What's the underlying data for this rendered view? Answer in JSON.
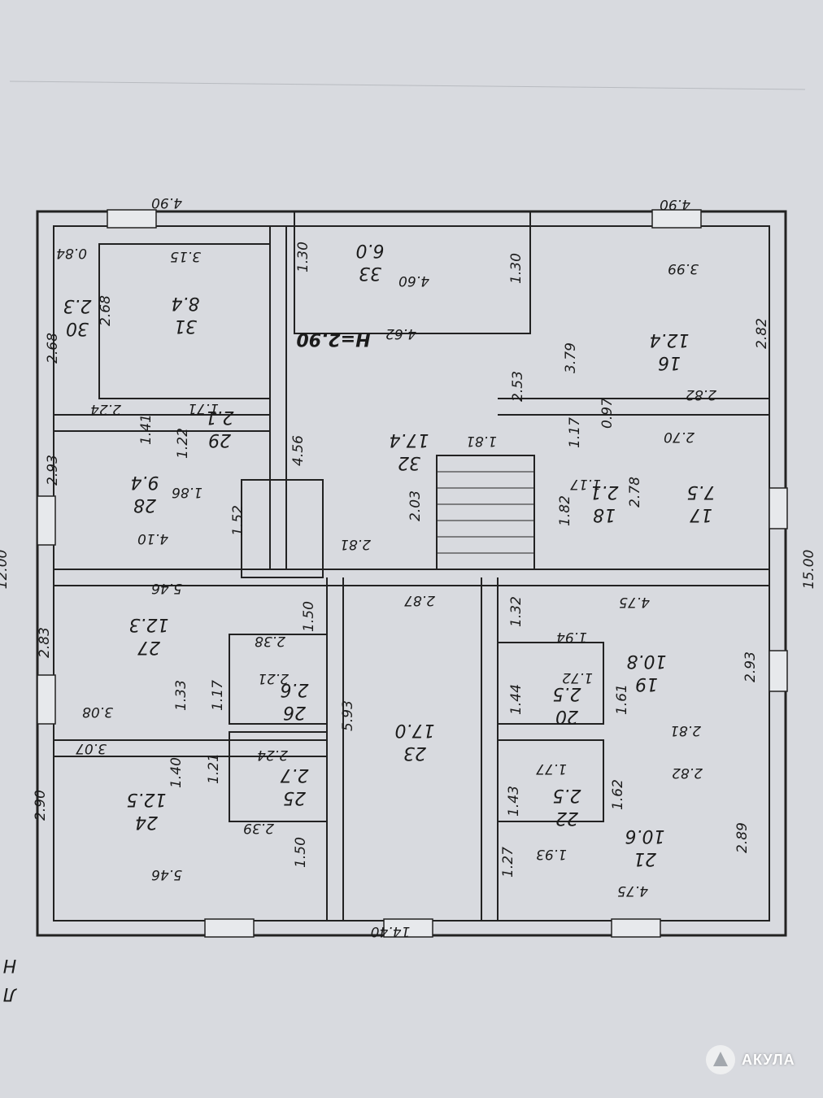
{
  "plan": {
    "ceiling_height": "H=2.90",
    "overall": {
      "top_left": "4.90",
      "top_right": "4.90",
      "bottom": "14.40",
      "right_edge": "15.00",
      "left_edge": "12.00"
    },
    "rooms": [
      {
        "id": "r33",
        "number": "33",
        "area": "6.0"
      },
      {
        "id": "r31",
        "number": "31",
        "area": "8.4"
      },
      {
        "id": "r30",
        "number": "30",
        "area": "2.3"
      },
      {
        "id": "r32",
        "number": "32",
        "area": "17.4"
      },
      {
        "id": "r16",
        "number": "16",
        "area": "12.4"
      },
      {
        "id": "r29",
        "number": "29",
        "area": "2.1"
      },
      {
        "id": "r28",
        "number": "28",
        "area": "9.4"
      },
      {
        "id": "r18",
        "number": "18",
        "area": "2.1"
      },
      {
        "id": "r17",
        "number": "17",
        "area": "7.5"
      },
      {
        "id": "r27",
        "number": "27",
        "area": "12.3"
      },
      {
        "id": "r26",
        "number": "26",
        "area": "2.6"
      },
      {
        "id": "r23",
        "number": "23",
        "area": "17.0"
      },
      {
        "id": "r19",
        "number": "19",
        "area": "10.8"
      },
      {
        "id": "r20",
        "number": "20",
        "area": "2.5"
      },
      {
        "id": "r25",
        "number": "25",
        "area": "2.7"
      },
      {
        "id": "r24",
        "number": "24",
        "area": "12.5"
      },
      {
        "id": "r22",
        "number": "22",
        "area": "2.5"
      },
      {
        "id": "r21",
        "number": "21",
        "area": "10.6"
      }
    ],
    "dimensions": {
      "d31_top": "3.15",
      "d30_top": "0.84",
      "d30_side": "2.68",
      "d31_side": "2.68",
      "d33_left": "1.30",
      "d33_right": "1.30",
      "d33_bottom": "4.60",
      "d32_top": "4.62",
      "d32_right": "2.53",
      "d32_left": "4.56",
      "d32_stair": "1.81",
      "d32_mid": "2.03",
      "d32_bottom": "2.81",
      "d16_top": "3.99",
      "d16_right": "2.82",
      "d16_left": "3.79",
      "d16_bottom": "2.82",
      "d16_small_a": "0.97",
      "d16_small_b": "1.17",
      "d17_top": "2.70",
      "d17_left": "2.78",
      "d18_top": "1.17",
      "d18_left": "1.82",
      "d28_top": "2.24",
      "d28_in": "1.41",
      "d28_left": "2.93",
      "d28_bottom": "4.10",
      "d28_step": "1.86",
      "d28_door": "1.52",
      "d29_top": "1.71",
      "d29_left": "1.22",
      "d27_top": "5.46",
      "d27_left": "2.83",
      "d27_door": "1.50",
      "d27_in": "1.33",
      "d27_bottom": "3.08",
      "d26_top": "2.38",
      "d26_inner": "2.21",
      "d26_left": "1.17",
      "d23_top": "2.87",
      "d23_left": "5.93",
      "d19_top": "4.75",
      "d19_door": "1.32",
      "d19_step": "1.94",
      "d19_in": "1.61",
      "d19_right": "2.93",
      "d19_bottom": "2.81",
      "d20_top": "1.72",
      "d20_left": "1.44",
      "d24_top": "3.07",
      "d24_in": "1.40",
      "d24_left": "2.90",
      "d24_bottom": "5.46",
      "d24_door": "1.50",
      "d25_top": "2.24",
      "d25_left": "1.21",
      "d25_bottom": "2.39",
      "d22_top": "1.77",
      "d22_left": "1.43",
      "d22_bottom": "1.93",
      "d21_top": "2.82",
      "d21_in": "1.62",
      "d21_right": "2.89",
      "d21_door": "1.27",
      "d21_bottom": "4.75"
    },
    "side_labels": {
      "left_fragment_top": "Л",
      "left_fragment_bottom": "Н"
    }
  },
  "watermark": {
    "text": "АКУЛА"
  }
}
